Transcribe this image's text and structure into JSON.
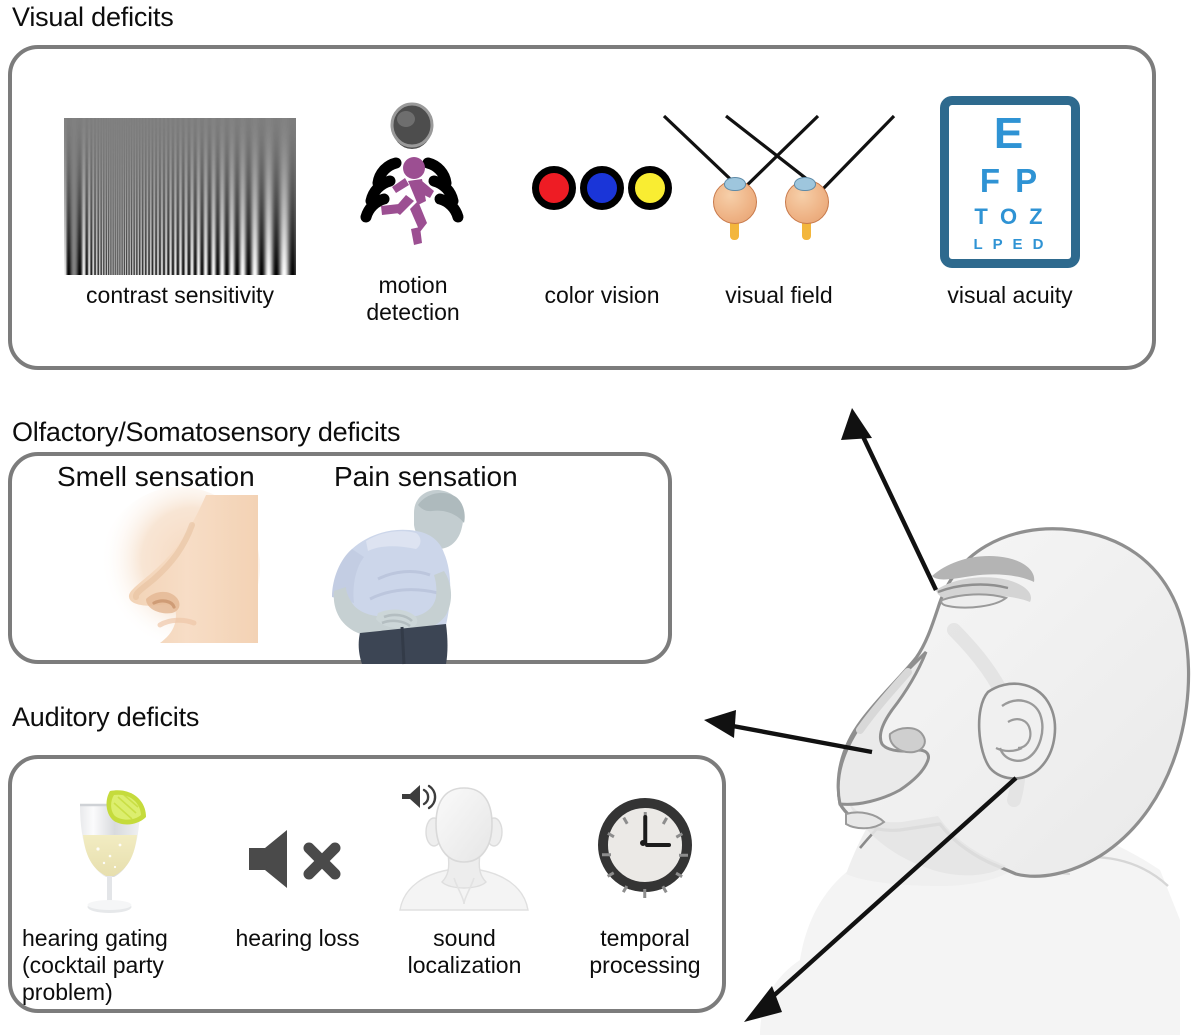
{
  "figure": {
    "kind": "sensory-deficits-infographic",
    "background": "#ffffff",
    "panel_border_color": "#7c7c7c",
    "text_color": "#0d0d0d"
  },
  "sections": {
    "visual": {
      "title": "Visual deficits",
      "items": [
        {
          "label": "contrast sensitivity",
          "icon": "contrast-grating-icon"
        },
        {
          "label": "motion\ndetection",
          "icon": "motion-detection-icon"
        },
        {
          "label": "color vision",
          "icon": "color-vision-icon"
        },
        {
          "label": "visual field",
          "icon": "visual-field-eyes-icon"
        },
        {
          "label": "visual acuity",
          "icon": "snellen-chart-icon"
        }
      ]
    },
    "olfactory": {
      "title": "Olfactory/Somatosensory deficits",
      "items": [
        {
          "label": "Smell sensation",
          "icon": "nose-profile-icon"
        },
        {
          "label": "Pain sensation",
          "icon": "abdominal-pain-person-icon"
        }
      ]
    },
    "auditory": {
      "title": "Auditory deficits",
      "items": [
        {
          "label": "hearing gating\n(cocktail party\nproblem)",
          "icon": "cocktail-glass-icon"
        },
        {
          "label": "hearing loss",
          "icon": "muted-speaker-icon"
        },
        {
          "label": "sound\nlocalization",
          "icon": "head-with-speaker-icon"
        },
        {
          "label": "temporal\nprocessing",
          "icon": "clock-icon"
        }
      ]
    }
  },
  "snellen_chart": {
    "rows": [
      "E",
      "F P",
      "T O Z",
      "L P E D"
    ],
    "letter_color": "#2f93d4",
    "frame_color": "#2e6a8e"
  },
  "color_vision_dots": [
    {
      "name": "red-dot",
      "color": "#ee1c24"
    },
    {
      "name": "blue-dot",
      "color": "#1a35d8"
    },
    {
      "name": "yellow-dot",
      "color": "#f9ed32"
    }
  ],
  "clock": {
    "hour_hand": "3",
    "minute_hand": "12",
    "face_color": "#ebe9e6",
    "rim_color": "#343434"
  },
  "motion_icon": {
    "runner_color": "#9c4f92",
    "sensor_color": "#4d4d4d",
    "wave_color": "#000000"
  },
  "anatomy": {
    "head_profile": "side-profile-head-upward-tilt",
    "fill": "#f2f2f2",
    "outline": "#8a8a8a",
    "pointers": [
      {
        "name": "eye-pointer",
        "target": "eye",
        "direction": "up-left"
      },
      {
        "name": "nose-pointer",
        "target": "nose",
        "direction": "left"
      },
      {
        "name": "ear-pointer",
        "target": "ear",
        "direction": "down-left"
      }
    ]
  }
}
